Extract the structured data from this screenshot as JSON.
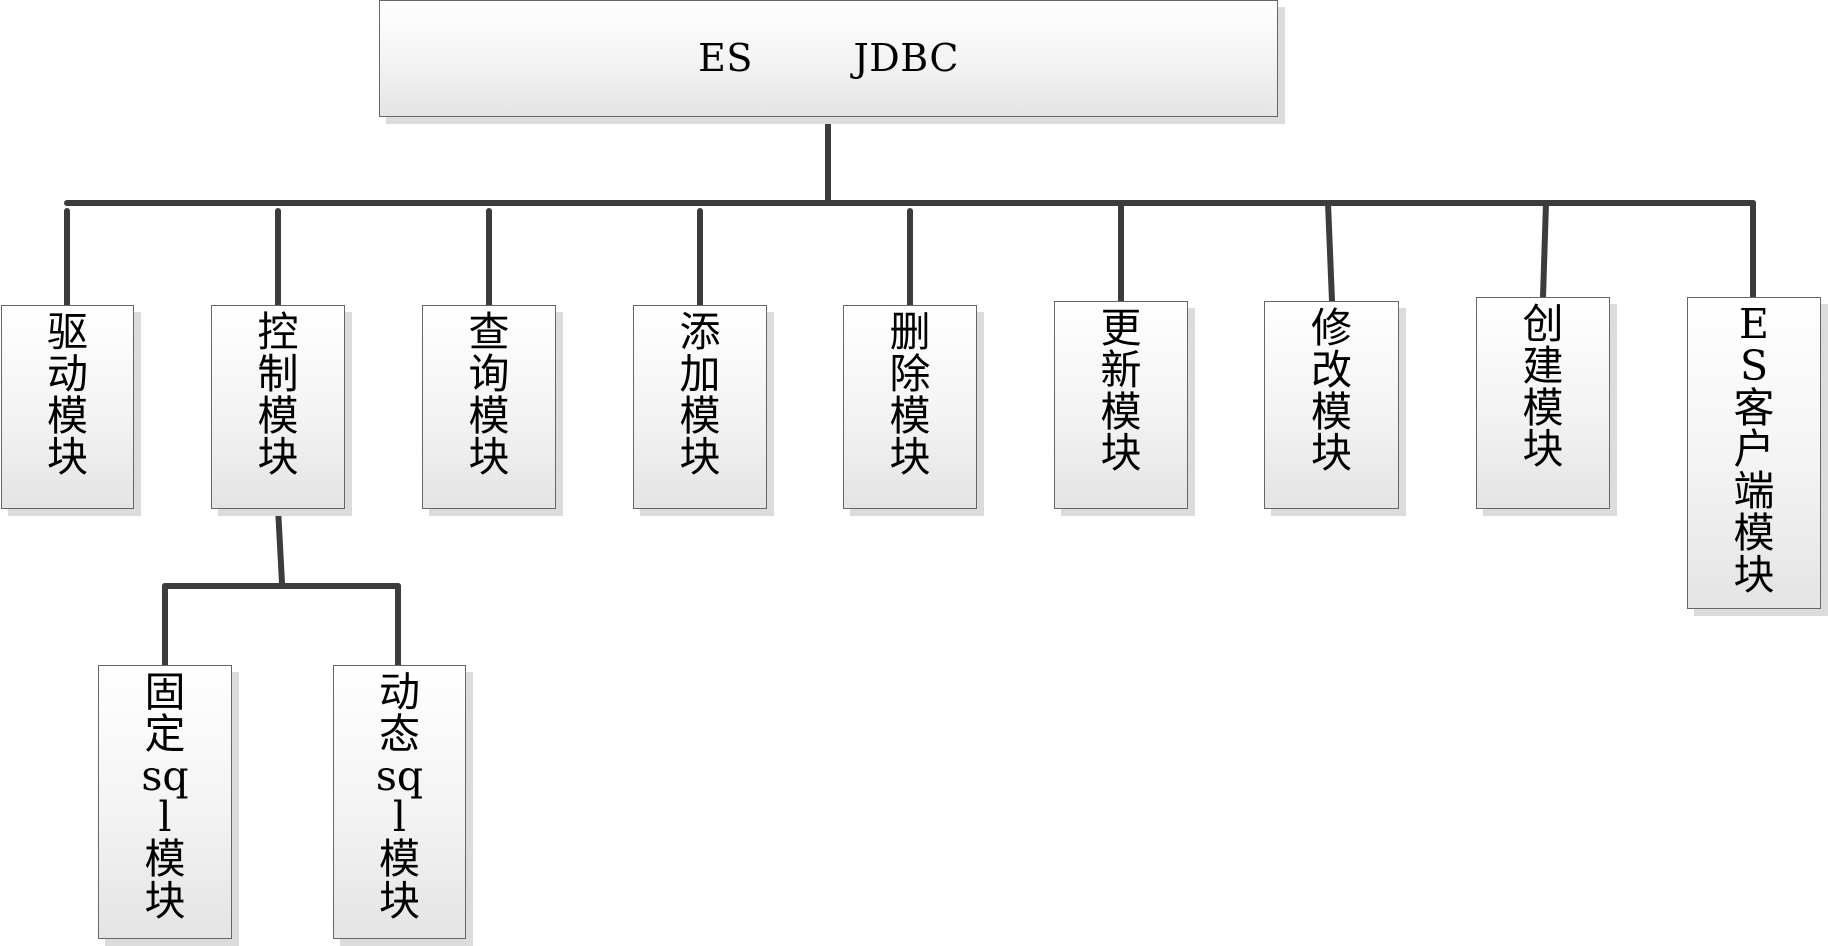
{
  "root": {
    "label": "ES        JDBC"
  },
  "modules": [
    {
      "id": "driver",
      "label": "驱动模块"
    },
    {
      "id": "control",
      "label": "控制模块"
    },
    {
      "id": "query",
      "label": "查询模块"
    },
    {
      "id": "add",
      "label": "添加模块"
    },
    {
      "id": "delete",
      "label": "删除模块"
    },
    {
      "id": "update",
      "label": "更新模块"
    },
    {
      "id": "modify",
      "label": "修改模块"
    },
    {
      "id": "create",
      "label": "创建模块"
    },
    {
      "id": "es_client",
      "label": "ES客户端模块"
    }
  ],
  "control_children": [
    {
      "id": "fixed_sql",
      "label": "固定sql模块"
    },
    {
      "id": "dynamic_sql",
      "label": "动态sql模块"
    }
  ],
  "colors": {
    "connector": "#3c3c3c",
    "box_border": "#666666",
    "box_fill_top": "#ffffff",
    "box_fill_bottom": "#e4e4e4"
  }
}
